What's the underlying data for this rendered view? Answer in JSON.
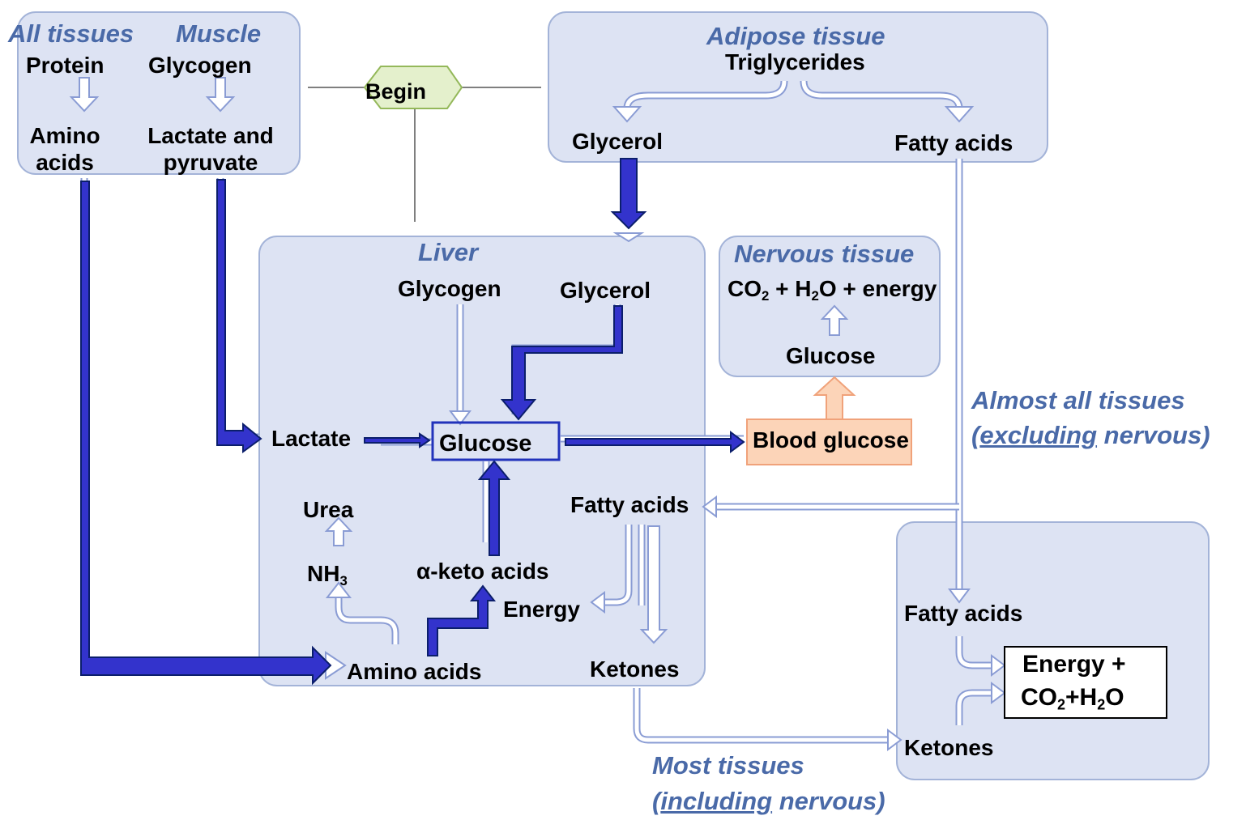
{
  "regions": {
    "all_tissues": "All tissues",
    "muscle": "Muscle",
    "adipose": "Adipose tissue",
    "liver": "Liver",
    "nervous": "Nervous tissue"
  },
  "top_left": {
    "protein": "Protein",
    "glycogen": "Glycogen",
    "amino_acids": "Amino\nacids",
    "lactate_pyruvate": "Lactate and\npyruvate"
  },
  "begin": "Begin",
  "adipose": {
    "triglycerides": "Triglycerides",
    "glycerol": "Glycerol",
    "fatty_acids": "Fatty acids"
  },
  "liver": {
    "glycogen": "Glycogen",
    "glycerol": "Glycerol",
    "lactate": "Lactate",
    "glucose": "Glucose",
    "urea": "Urea",
    "nh3": "NH",
    "nh3_sub": "3",
    "fatty_acids": "Fatty acids",
    "keto_acids": "α-keto acids",
    "energy": "Energy",
    "amino_acids": "Amino acids",
    "ketones": "Ketones"
  },
  "nervous": {
    "co2": "CO",
    "co2_sub": "2",
    "plus_h": " + H",
    "h2o_sub": "2",
    "o_energy": "O + energy",
    "glucose": "Glucose"
  },
  "blood_glucose": "Blood glucose",
  "almost_all": {
    "line1": "Almost all tissues",
    "open_paren": "(",
    "excluding": "excluding",
    "rest": " nervous)"
  },
  "most": {
    "line1": "Most tissues",
    "open_paren": "(",
    "including": "including",
    "rest": " nervous)"
  },
  "peripheral": {
    "fatty_acids": "Fatty acids",
    "ketones": "Ketones",
    "energy_plus": "Energy +",
    "co2": "CO",
    "co2_sub": "2",
    "plus_h": "+H",
    "h2o_sub": "2",
    "o": "O"
  },
  "colors": {
    "box_fill": "#dde3f3",
    "box_stroke": "#a3b3d8",
    "title_blue": "#4a6aa8",
    "dark_arrow_fill": "#3333cc",
    "dark_arrow_stroke": "#0b1e6b",
    "light_arrow_stroke": "#8a9cd4",
    "blood_fill": "#fcd4b8",
    "blood_stroke": "#f0a27a",
    "begin_fill": "#e4f0cc",
    "begin_stroke": "#94b85a"
  }
}
